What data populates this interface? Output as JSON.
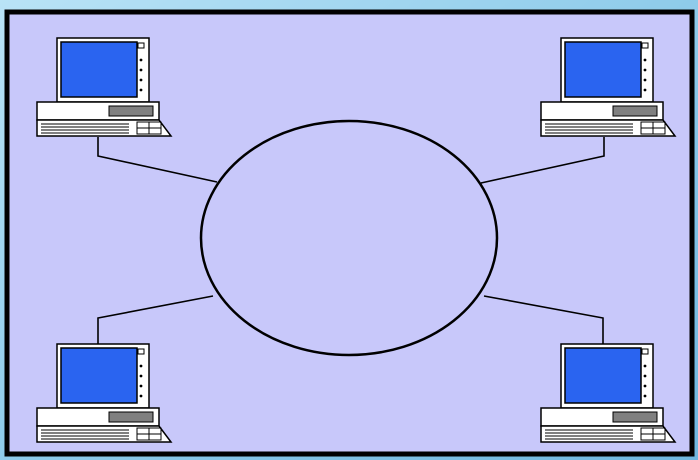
{
  "diagram": {
    "topology": "ring network",
    "node_count": 4,
    "nodes": [
      {
        "id": "computer-top-left",
        "icon": "desktop-computer-icon"
      },
      {
        "id": "computer-top-right",
        "icon": "desktop-computer-icon"
      },
      {
        "id": "computer-bottom-left",
        "icon": "desktop-computer-icon"
      },
      {
        "id": "computer-bottom-right",
        "icon": "desktop-computer-icon"
      }
    ]
  },
  "colors": {
    "outer_background": "#8ecbea",
    "panel_fill": "#c8c8fa",
    "panel_border": "#000000",
    "screen_fill": "#2a64f0",
    "computer_body": "#ffffff",
    "line_color": "#000000"
  }
}
